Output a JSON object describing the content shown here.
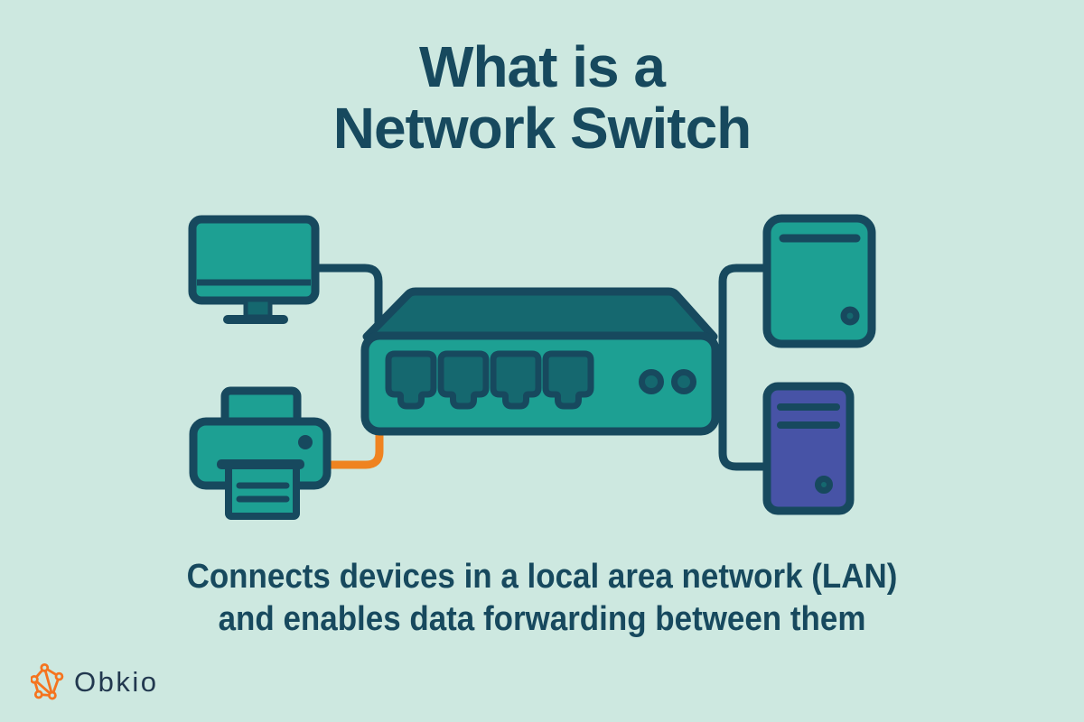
{
  "title": {
    "line1": "What is a",
    "line2": "Network Switch"
  },
  "subtitle": {
    "line1": "Connects devices in a local area network (LAN)",
    "line2": "and enables data forwarding between them"
  },
  "logo": {
    "text": "Obkio"
  },
  "colors": {
    "bg": "#cde8e0",
    "navy": "#17495e",
    "teal": "#1da093",
    "darkteal": "#15686f",
    "purple": "#4753a6",
    "cable-orange": "#ef8320",
    "logo-orange": "#f5741f",
    "logo-text": "#22384f"
  },
  "diagram": {
    "devices": [
      "monitor",
      "printer",
      "network-switch",
      "desktop-device",
      "server-tower"
    ],
    "switch": {
      "ethernet_ports": 4,
      "leds": 2
    },
    "cables": [
      "monitor-to-switch",
      "printer-to-switch (orange)",
      "switch-to-desktop-and-server"
    ]
  }
}
